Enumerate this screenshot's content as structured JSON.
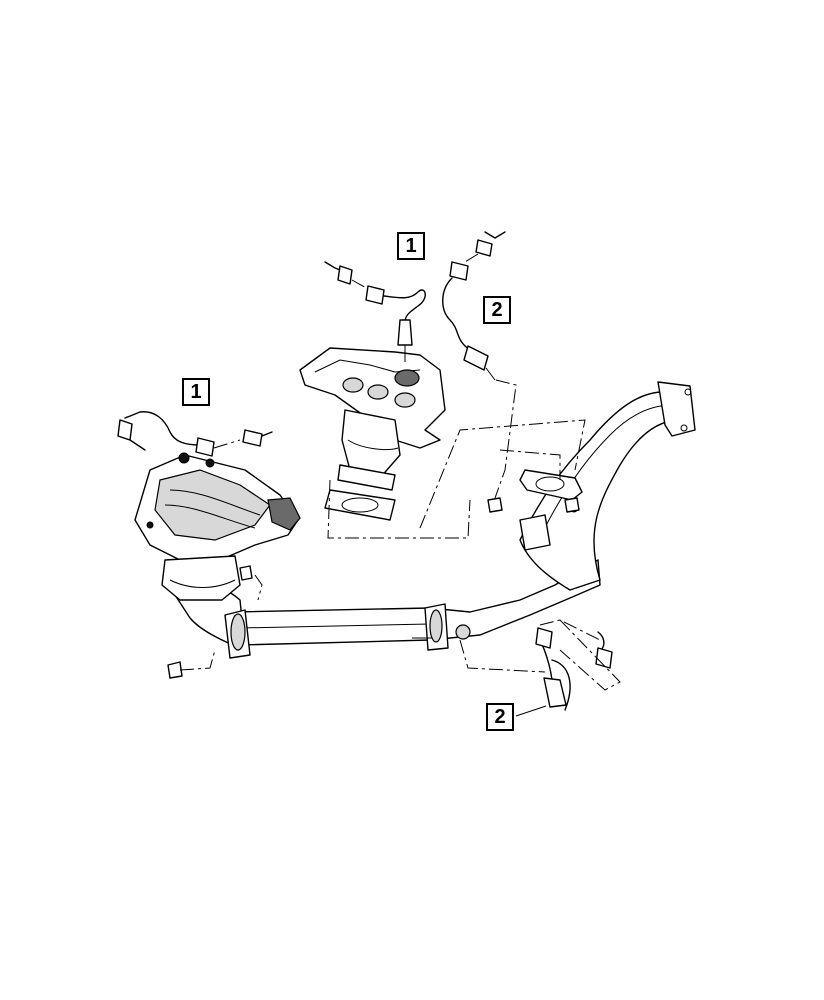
{
  "callouts": {
    "upper_oxygen_sensor": "1",
    "upper_rear_sensor": "2",
    "left_oxygen_sensor": "1",
    "lower_sensor": "2"
  },
  "colors": {
    "line": "#000000",
    "background": "#ffffff",
    "shading": "#d8d8d8"
  }
}
